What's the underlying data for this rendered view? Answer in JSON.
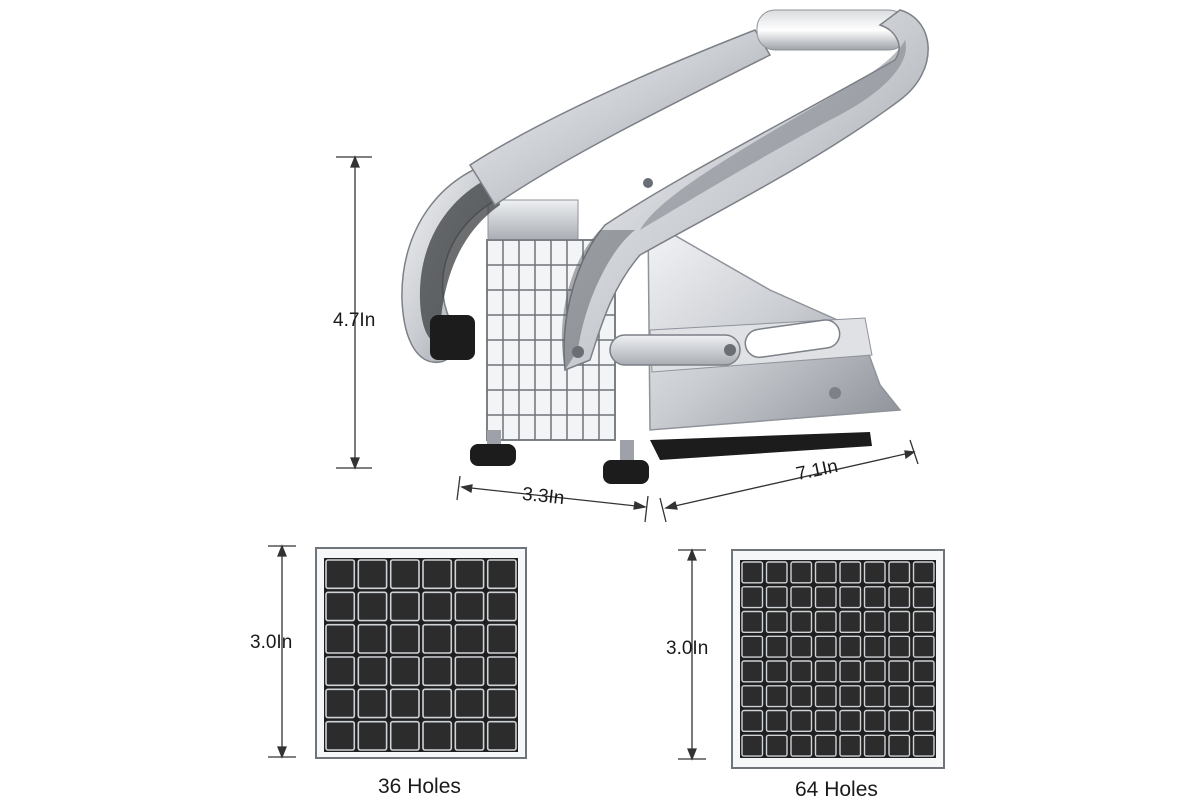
{
  "product": {
    "height_label": "4.7In",
    "width_label": "3.3In",
    "depth_label": "7.1In"
  },
  "blades": [
    {
      "size_label": "3.0In",
      "caption": "36 Holes",
      "grid": 6
    },
    {
      "size_label": "3.0In",
      "caption": "64 Holes",
      "grid": 8
    }
  ],
  "colors": {
    "steel_light": "#e9ebee",
    "steel_mid": "#b9bcc1",
    "steel_dark": "#7c8087",
    "rubber": "#1c1c1c"
  }
}
